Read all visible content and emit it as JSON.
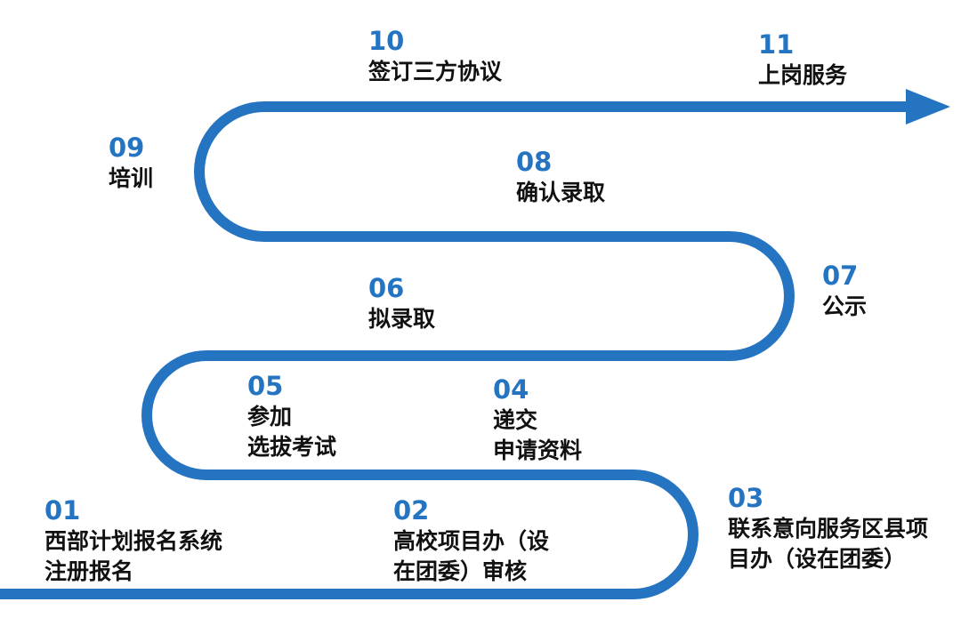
{
  "colors": {
    "track": "#2474c2",
    "number": "#2474c2",
    "text": "#111111"
  },
  "steps": [
    {
      "num": "01",
      "lines": [
        "西部计划报名系统",
        "注册报名"
      ]
    },
    {
      "num": "02",
      "lines": [
        "高校项目办（设",
        "在团委）审核"
      ]
    },
    {
      "num": "03",
      "lines": [
        "联系意向服务区县项",
        "目办（设在团委）"
      ]
    },
    {
      "num": "04",
      "lines": [
        "递交",
        "申请资料"
      ]
    },
    {
      "num": "05",
      "lines": [
        "参加",
        "选拔考试"
      ]
    },
    {
      "num": "06",
      "lines": [
        "拟录取"
      ]
    },
    {
      "num": "07",
      "lines": [
        "公示"
      ]
    },
    {
      "num": "08",
      "lines": [
        "确认录取"
      ]
    },
    {
      "num": "09",
      "lines": [
        "培训"
      ]
    },
    {
      "num": "10",
      "lines": [
        "签订三方协议"
      ]
    },
    {
      "num": "11",
      "lines": [
        "上岗服务"
      ]
    }
  ]
}
